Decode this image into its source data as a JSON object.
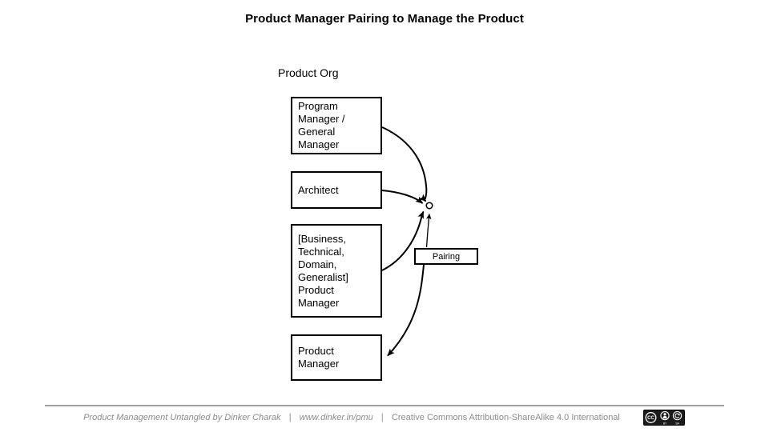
{
  "title": "Product Manager Pairing to Manage the Product",
  "diagram": {
    "group_label": "Product Org",
    "nodes": [
      {
        "label": "Program\nManager /\nGeneral\nManager"
      },
      {
        "label": "Architect"
      },
      {
        "label": "[Business,\nTechnical,\nDomain,\nGeneralist]\nProduct\nManager"
      },
      {
        "label": "Product\nManager"
      }
    ],
    "edge_label": "Pairing"
  },
  "footer": {
    "book": "Product Management Untangled by Dinker Charak",
    "url": "www.dinker.in/pmu",
    "license": "Creative Commons Attribution-ShareAlike 4.0 International",
    "separator": "|",
    "badge": {
      "cc": "CC",
      "by": "BY",
      "sa": "SA"
    }
  },
  "colors": {
    "ink": "#000000",
    "muted_text": "#8c8c8c",
    "divider": "#a3a3a3",
    "badge_bg": "#1b1b1b"
  }
}
